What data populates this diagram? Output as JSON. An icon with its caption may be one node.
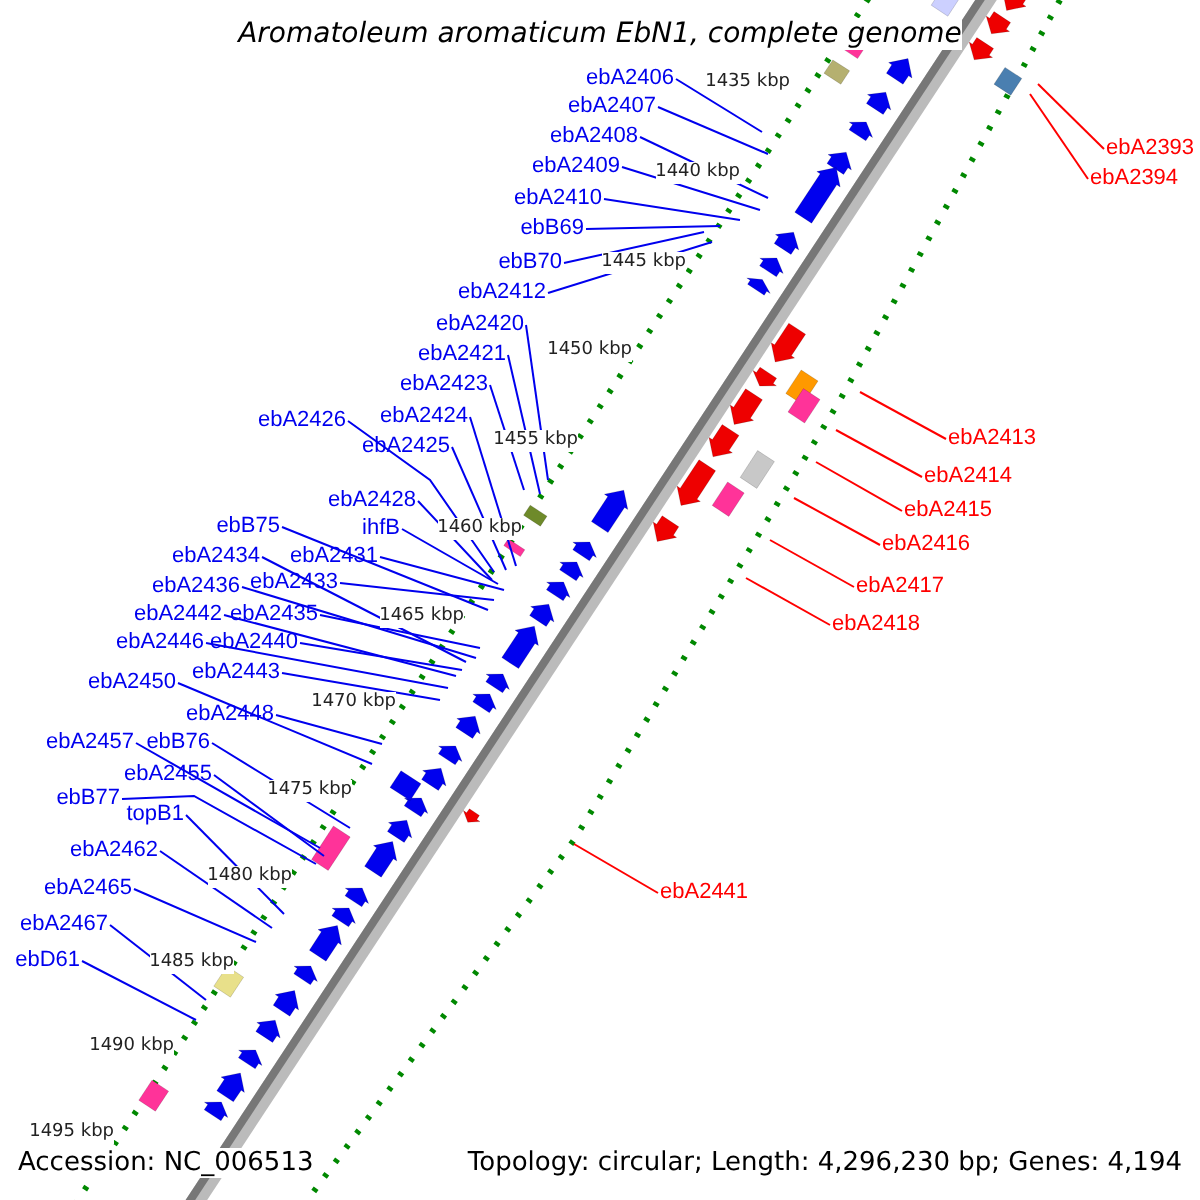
{
  "diagram": {
    "title": "Aromatoleum aromaticum EbN1, complete genome",
    "nodes": [
      {
        "text": [
          "ebA2406"
        ]
      },
      {
        "text": [
          "ebA2407"
        ]
      },
      {
        "text": [
          "ebA2408"
        ]
      },
      {
        "text": [
          "ebA2393"
        ]
      },
      {
        "text": [
          "ebA2409"
        ]
      },
      {
        "text": [
          "ebA2394"
        ]
      },
      {
        "text": [
          "ebA2410"
        ]
      },
      {
        "text": [
          "ebB69"
        ]
      },
      {
        "text": [
          "ebB70"
        ]
      },
      {
        "text": [
          "ebA2412"
        ]
      },
      {
        "text": [
          "ebA2420"
        ]
      },
      {
        "text": [
          "ebA2421"
        ]
      },
      {
        "text": [
          "ebA2423"
        ]
      },
      {
        "text": [
          "ebA2426"
        ]
      },
      {
        "text": [
          "ebA2424"
        ]
      },
      {
        "text": [
          "ebA2413"
        ]
      },
      {
        "text": [
          "ebA2425"
        ]
      },
      {
        "text": [
          "ebA2414"
        ]
      },
      {
        "text": [
          "ebA2428"
        ]
      },
      {
        "text": [
          "ebA2415"
        ]
      },
      {
        "text": [
          "ebB75"
        ]
      },
      {
        "text": [
          "ihfB"
        ]
      },
      {
        "text": [
          "ebA2416"
        ]
      },
      {
        "text": [
          "ebA2434"
        ]
      },
      {
        "text": [
          "ebA2431"
        ]
      },
      {
        "text": [
          "ebA2436"
        ]
      },
      {
        "text": [
          "ebA2433"
        ]
      },
      {
        "text": [
          "ebA2417"
        ]
      },
      {
        "text": [
          "ebA2442"
        ]
      },
      {
        "text": [
          "ebA2435"
        ]
      },
      {
        "text": [
          "ebA2418"
        ]
      },
      {
        "text": [
          "ebA2446"
        ]
      },
      {
        "text": [
          "ebA2440"
        ]
      },
      {
        "text": [
          "ebA2443"
        ]
      },
      {
        "text": [
          "ebA2450"
        ]
      },
      {
        "text": [
          "ebA2448"
        ]
      },
      {
        "text": [
          "ebA2457"
        ]
      },
      {
        "text": [
          "ebB76"
        ]
      },
      {
        "text": [
          "ebA2455"
        ]
      },
      {
        "text": [
          "ebB77"
        ]
      },
      {
        "text": [
          "topB1"
        ]
      },
      {
        "text": [
          "ebA2462"
        ]
      },
      {
        "text": [
          "ebA2441"
        ]
      },
      {
        "text": [
          "ebA2465"
        ]
      },
      {
        "text": [
          "ebA2467"
        ]
      },
      {
        "text": [
          "ebD61"
        ]
      }
    ],
    "edges": [
      {
        "from": 0,
        "to": null,
        "arrow": "none"
      },
      {
        "from": 1,
        "to": null,
        "arrow": "none"
      },
      {
        "from": 2,
        "to": null,
        "arrow": "none"
      },
      {
        "from": 3,
        "to": null,
        "arrow": "none",
        "color": "#ff0000"
      },
      {
        "from": 4,
        "to": null,
        "arrow": "none"
      },
      {
        "from": 5,
        "to": null,
        "arrow": "none",
        "color": "#ff0000"
      },
      {
        "from": 6,
        "to": null,
        "arrow": "none"
      },
      {
        "from": 7,
        "to": null,
        "arrow": "none"
      },
      {
        "from": 8,
        "to": null,
        "arrow": "none"
      },
      {
        "from": 9,
        "to": null,
        "arrow": "none"
      },
      {
        "from": 10,
        "to": null,
        "arrow": "none"
      },
      {
        "from": 11,
        "to": null,
        "arrow": "none"
      },
      {
        "from": 12,
        "to": null,
        "arrow": "none"
      },
      {
        "from": 13,
        "to": null,
        "arrow": "none"
      },
      {
        "from": 14,
        "to": null,
        "arrow": "none"
      },
      {
        "from": 15,
        "to": null,
        "arrow": "none",
        "color": "#ff0000"
      },
      {
        "from": 16,
        "to": null,
        "arrow": "none"
      },
      {
        "from": 17,
        "to": null,
        "arrow": "none",
        "color": "#ff0000"
      },
      {
        "from": 18,
        "to": null,
        "arrow": "none"
      },
      {
        "from": 19,
        "to": null,
        "arrow": "none",
        "color": "#ff0000"
      },
      {
        "from": 20,
        "to": null,
        "arrow": "none"
      },
      {
        "from": 21,
        "to": null,
        "arrow": "none"
      },
      {
        "from": 22,
        "to": null,
        "arrow": "none",
        "color": "#ff0000"
      },
      {
        "from": 23,
        "to": null,
        "arrow": "none"
      },
      {
        "from": 24,
        "to": null,
        "arrow": "none"
      },
      {
        "from": 25,
        "to": null,
        "arrow": "none"
      },
      {
        "from": 26,
        "to": null,
        "arrow": "none"
      },
      {
        "from": 27,
        "to": null,
        "arrow": "none",
        "color": "#ff0000"
      },
      {
        "from": 28,
        "to": null,
        "arrow": "none"
      },
      {
        "from": 29,
        "to": null,
        "arrow": "none"
      },
      {
        "from": 30,
        "to": null,
        "arrow": "none",
        "color": "#ff0000"
      },
      {
        "from": 31,
        "to": null,
        "arrow": "none"
      },
      {
        "from": 32,
        "to": null,
        "arrow": "none"
      },
      {
        "from": 33,
        "to": null,
        "arrow": "none"
      },
      {
        "from": 34,
        "to": null,
        "arrow": "none"
      },
      {
        "from": 35,
        "to": null,
        "arrow": "none"
      },
      {
        "from": 36,
        "to": null,
        "arrow": "none"
      },
      {
        "from": 37,
        "to": null,
        "arrow": "none"
      },
      {
        "from": 38,
        "to": null,
        "arrow": "none"
      },
      {
        "from": 39,
        "to": null,
        "arrow": "none"
      },
      {
        "from": 40,
        "to": null,
        "arrow": "none"
      },
      {
        "from": 41,
        "to": null,
        "arrow": "none"
      },
      {
        "from": 42,
        "to": null,
        "arrow": "none",
        "color": "#ff0000"
      },
      {
        "from": 43,
        "to": null,
        "arrow": "none"
      },
      {
        "from": 44,
        "to": null,
        "arrow": "none"
      },
      {
        "from": 45,
        "to": null,
        "arrow": "none"
      }
    ],
    "labels": [
      "1435 kbp",
      "1440 kbp",
      "1445 kbp",
      "1450 kbp",
      "1455 kbp",
      "1460 kbp",
      "1465 kbp",
      "1470 kbp",
      "1475 kbp",
      "1480 kbp",
      "1485 kbp",
      "1490 kbp",
      "1495 kbp",
      "Accession: NC_006513",
      "Topology: circular; Length: 4,296,230 bp; Genes: 4,194"
    ]
  }
}
